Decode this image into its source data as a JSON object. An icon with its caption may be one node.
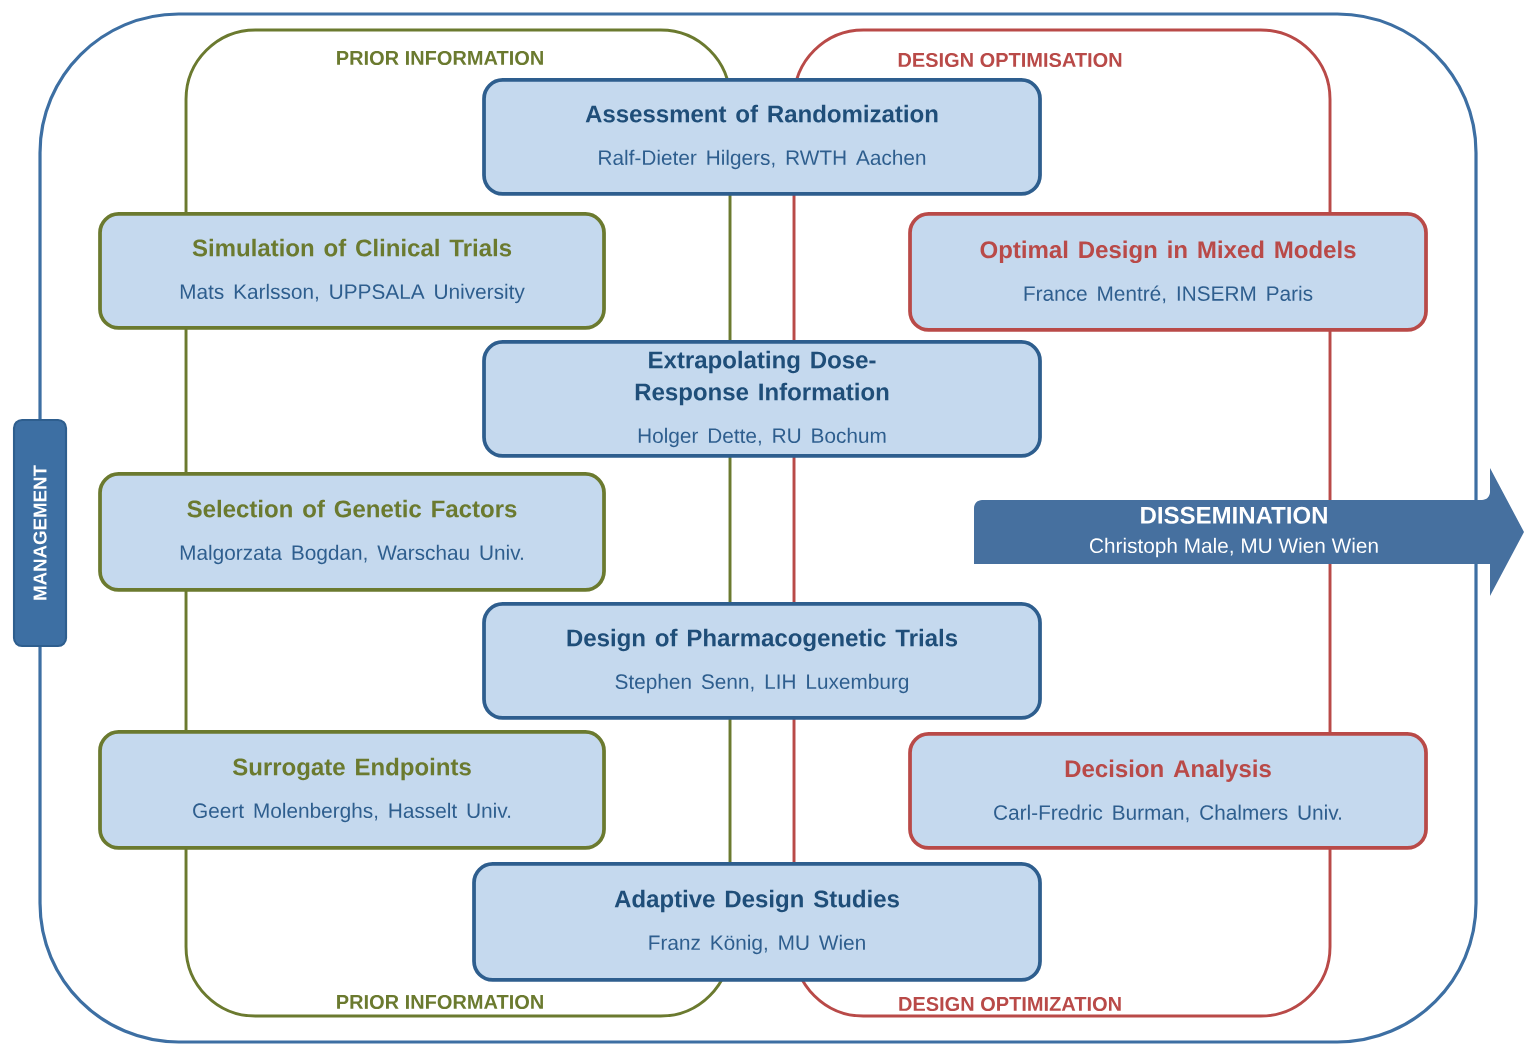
{
  "diagram": {
    "nodes": [
      {
        "text": [
          "PRIOR INFORMATION",
          "PRIOR INFORMATION"
        ]
      },
      {
        "text": [
          "DESIGN OPTIMISATION",
          "DESIGN OPTIMIZATION"
        ]
      },
      {
        "text": [
          "Assessment of Randomization",
          "Ralf-Dieter Hilgers, RWTH Aachen"
        ]
      },
      {
        "text": [
          "Simulation of Clinical Trials",
          "Mats Karlsson, UPPSALA University"
        ]
      },
      {
        "text": [
          "Optimal Design in Mixed Models",
          "France Mentré, INSERM Paris"
        ]
      },
      {
        "text": [
          "Extrapolating Dose-Response Information",
          "Holger Dette, RU Bochum"
        ]
      },
      {
        "text": [
          "MANAGEMENT"
        ]
      },
      {
        "text": [
          "Selection of Genetic Factors",
          "Malgorzata Bogdan, Warschau Univ."
        ]
      },
      {
        "text": [
          "DISSEMINATION",
          "Christoph Male, MU Wien Wien"
        ]
      },
      {
        "text": [
          "Design of Pharmacogenetic Trials",
          "Stephen Senn, LIH Luxemburg"
        ]
      },
      {
        "text": [
          "Surrogate Endpoints",
          "Geert Molenberghs, Hasselt Univ."
        ]
      },
      {
        "text": [
          "Decision Analysis",
          "Carl-Fredric Burman, Chalmers Univ."
        ]
      },
      {
        "text": [
          "Adaptive Design Studies",
          "Franz König, MU Wien"
        ]
      }
    ]
  }
}
